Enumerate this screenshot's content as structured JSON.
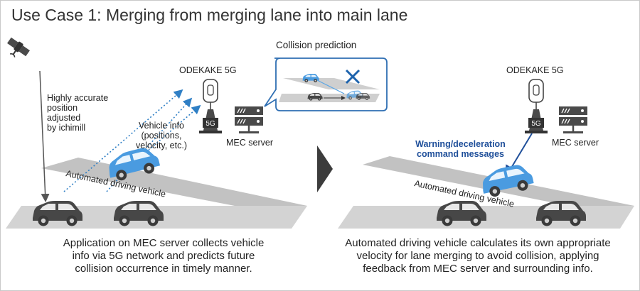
{
  "title": "Use Case 1: Merging from merging lane into main lane",
  "left_panel": {
    "position_note": [
      "Highly accurate",
      "position",
      "adjusted",
      "by ichimill"
    ],
    "station_label": "ODEKAKE 5G",
    "antenna_badge": "5G",
    "server_label": "MEC server",
    "vehicle_info": [
      "Vehicle info",
      "(positions,",
      "velocity, etc.)"
    ],
    "road_label": "Automated driving vehicle",
    "caption": [
      "Application on MEC server collects vehicle",
      "info via 5G network and predicts future",
      "collision occurrence in timely manner."
    ]
  },
  "collision_box": {
    "title": "Collision prediction"
  },
  "right_panel": {
    "station_label": "ODEKAKE 5G",
    "antenna_badge": "5G",
    "server_label": "MEC server",
    "warning": [
      "Warning/deceleration",
      "command messages"
    ],
    "road_label": "Automated driving vehicle",
    "caption": [
      "Automated driving vehicle calculates its own appropriate",
      "velocity for lane merging to avoid collision, applying",
      "feedback from MEC server and surrounding info."
    ]
  },
  "icons": [
    "satellite-icon",
    "antenna-icon",
    "server-icon",
    "car-icon",
    "chevron-right-icon",
    "cross-icon"
  ],
  "colors": {
    "accent_blue": "#3b8fd6",
    "text_blue": "#1f4f9a",
    "road_gray": "#d2d2d2",
    "car_dark": "#4a4a4a",
    "cross_blue": "#1d63ad"
  }
}
